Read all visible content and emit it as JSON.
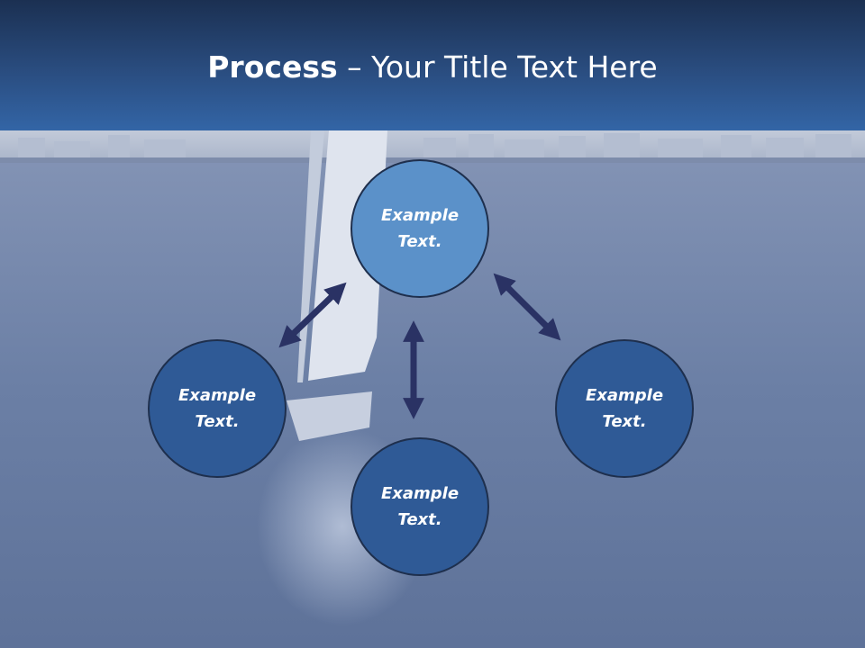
{
  "slide": {
    "title_bold": "Process",
    "title_rest": " – Your Title Text Here"
  },
  "colors": {
    "header_top": "#1b3052",
    "header_bottom": "#3365a6",
    "node_top_fill": "#5b91c9",
    "node_fill": "#2f5a96",
    "node_border": "#1e2f4d",
    "arrow": "#2a3264"
  },
  "diagram": {
    "nodes": [
      {
        "label": "Example\nText."
      },
      {
        "label": "Example\nText."
      },
      {
        "label": "Example\nText."
      },
      {
        "label": "Example\nText."
      }
    ],
    "arrows": [
      "double-headed",
      "double-headed",
      "double-headed"
    ]
  }
}
